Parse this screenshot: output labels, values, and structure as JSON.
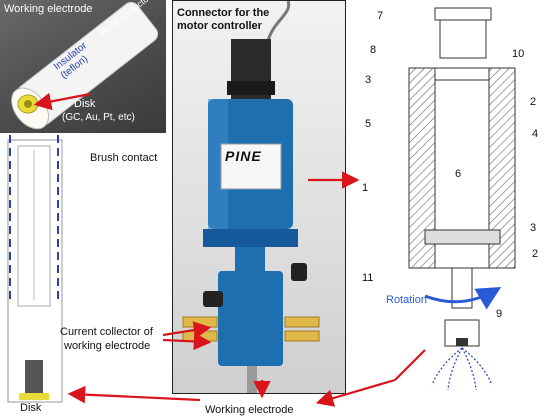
{
  "inset": {
    "title": "Working electrode",
    "metal_contactor": "Metal contactor",
    "insulator": "Insulator (teflon)",
    "disk_label": "Disk",
    "disk_materials": "(GC, Au, Pt, etc)"
  },
  "schematic": {
    "brush_contact": "Brush contact",
    "current_collector_line1": "Current collector of",
    "current_collector_line2": "working electrode",
    "disk": "Disk"
  },
  "photo": {
    "connector_line1": "Connector for the",
    "connector_line2": "motor controller",
    "brand": "PINE"
  },
  "cross_section": {
    "part_numbers": [
      "1",
      "2",
      "3",
      "4",
      "5",
      "6",
      "7",
      "8",
      "9",
      "10",
      "11"
    ],
    "rotation": "Rotation"
  },
  "bottom_label": "Working electrode",
  "colors": {
    "arrow": "#d9141b",
    "blue_dash": "#2a3fb8",
    "rde_body": "#1e6fb0",
    "rotation_blue": "#2a5bd7"
  }
}
